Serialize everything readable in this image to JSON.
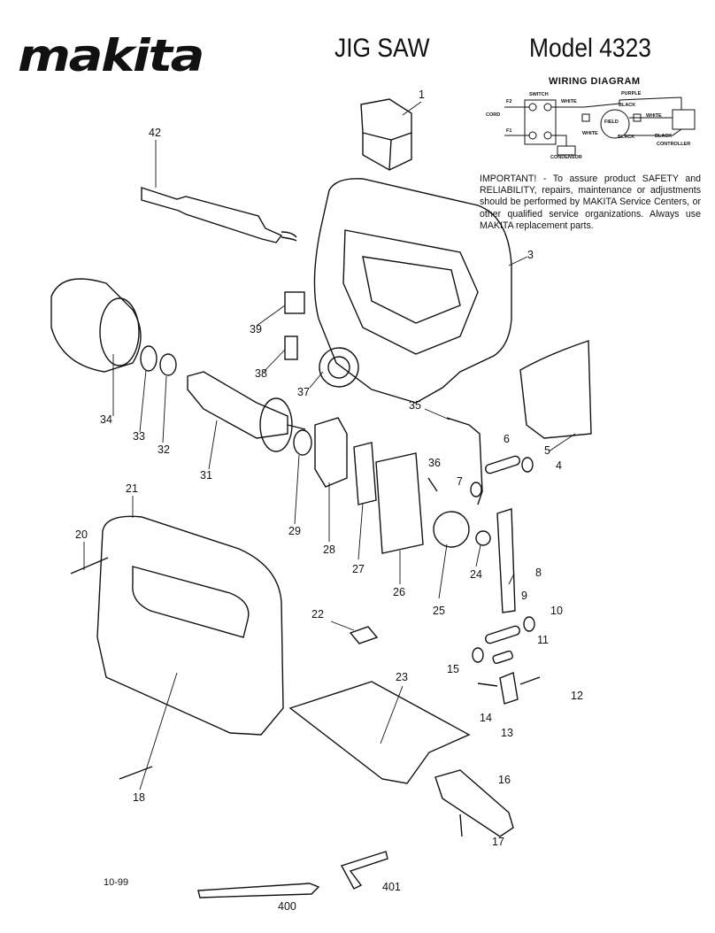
{
  "header": {
    "brand": "makita",
    "title": "JIG SAW",
    "model": "Model 4323"
  },
  "wiring_diagram": {
    "title": "WIRING DIAGRAM",
    "labels": {
      "switch": "SWITCH",
      "purple": "PURPLE",
      "white_1": "WHITE",
      "black_1": "BLACK",
      "cord": "CORD",
      "field": "FIELD",
      "white_2": "WHITE",
      "white_3": "WHITE",
      "black_2": "BLACK",
      "black_3": "BLACK",
      "controller": "CONTROLLER",
      "condensor": "CONDENSOR",
      "f2": "F2",
      "f1": "F1"
    }
  },
  "notice": "IMPORTANT! - To assure product SAFETY and RELIABILITY, repairs, maintenance or adjustments should be performed by MAKITA Service Centers, or other qualified service organizations. Always use MAKITA replacement parts.",
  "part_numbers": {
    "p1": "1",
    "p3": "3",
    "p4": "4",
    "p5": "5",
    "p6": "6",
    "p7": "7",
    "p8": "8",
    "p9": "9",
    "p10": "10",
    "p11": "11",
    "p12": "12",
    "p13": "13",
    "p14": "14",
    "p15": "15",
    "p16": "16",
    "p17": "17",
    "p18": "18",
    "p20": "20",
    "p21": "21",
    "p22": "22",
    "p23": "23",
    "p24": "24",
    "p25": "25",
    "p26": "26",
    "p27": "27",
    "p28": "28",
    "p29": "29",
    "p31": "31",
    "p32": "32",
    "p33": "33",
    "p34": "34",
    "p35": "35",
    "p36": "36",
    "p37": "37",
    "p38": "38",
    "p39": "39",
    "p42": "42",
    "p400": "400",
    "p401": "401"
  },
  "footer": {
    "date_code": "10-99"
  }
}
